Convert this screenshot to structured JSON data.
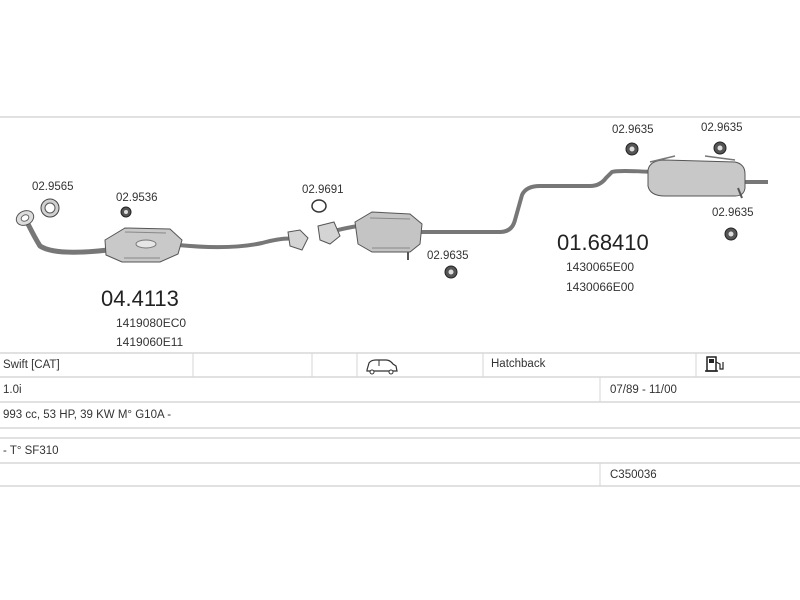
{
  "part_labels": {
    "clamp_9565": "02.9565",
    "clamp_9536": "02.9536",
    "gasket_9691": "02.9691",
    "hanger_9635_mid": "02.9635",
    "hanger_9635_top_left": "02.9635",
    "hanger_9635_top_right": "02.9635",
    "hanger_9635_right": "02.9635"
  },
  "assemblies": {
    "front": {
      "code": "04.4113",
      "oem": [
        "1419080EC0",
        "1419060E11"
      ]
    },
    "rear": {
      "code": "01.68410",
      "oem": [
        "1430065E00",
        "1430066E00"
      ]
    }
  },
  "table": {
    "model": "Swift  [CAT]",
    "body": "Hatchback",
    "engine": "1.0i",
    "years": "07/89 - 11/00",
    "specs": "993 cc, 53 HP, 39 KW M° G10A -",
    "gearbox": "- T° SF310",
    "ref": "C350036"
  },
  "icons": {
    "vehicle": "car-side-icon",
    "fuel": "fuel-pump-icon"
  }
}
